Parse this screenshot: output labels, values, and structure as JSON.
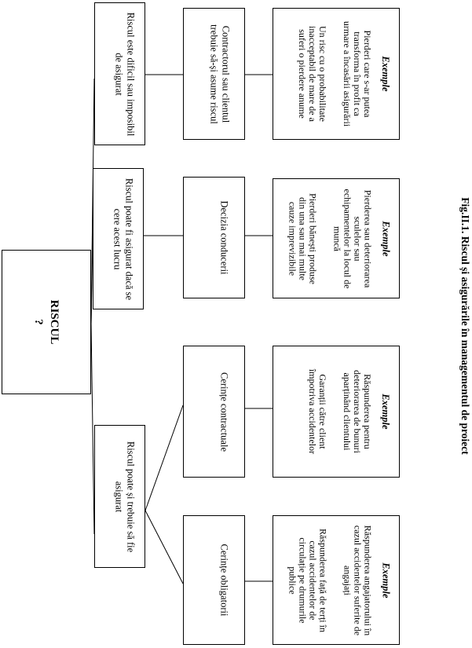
{
  "root": {
    "title": "RISCUL",
    "mark": "?"
  },
  "branches": [
    {
      "label": "Riscul poate și trebuie să fie asigurat",
      "children": [
        {
          "label": "Cerințe obligatorii",
          "examples_title": "Exemple",
          "examples": [
            "Răspunderea angajatorului în cazul accidentelor suferite de angajați",
            "Răspunderea față de terți în cazul accidentelor de circulație pe drumurile publice"
          ]
        },
        {
          "label": "Cerințe contractuale",
          "examples_title": "Exemple",
          "examples": [
            "Răspunderea pentru deteriorarea de bunuri aparținând clientului",
            "Garanții către client împotriva accidentelor"
          ]
        }
      ]
    },
    {
      "label": "Riscul poate fi asigurat dacă se cere acest lucru",
      "children": [
        {
          "label": "Decizia conducerii",
          "examples_title": "Exemple",
          "examples": [
            "Pierderea sau deteriorarea sculelor sau echipamentelor la locul de muncă",
            "Pierderi bănești produse din una sau mai multe cauze imprevizibile"
          ]
        }
      ]
    },
    {
      "label": "Riscul este dificil sau imposibil de asigurat",
      "children": [
        {
          "label": "Contractorul sau clientul trebuie să-și asume riscul",
          "examples_title": "Exemple",
          "examples": [
            "Pierderi care s-ar putea transforma în profit ca urmare a încasării asigurării",
            "Un risc cu o probabilitate inacceptabil de mare de a suferi o pierdere anume"
          ]
        }
      ]
    }
  ],
  "caption": "Fig.II.1. Riscul și asigurările în managementul de proiect"
}
